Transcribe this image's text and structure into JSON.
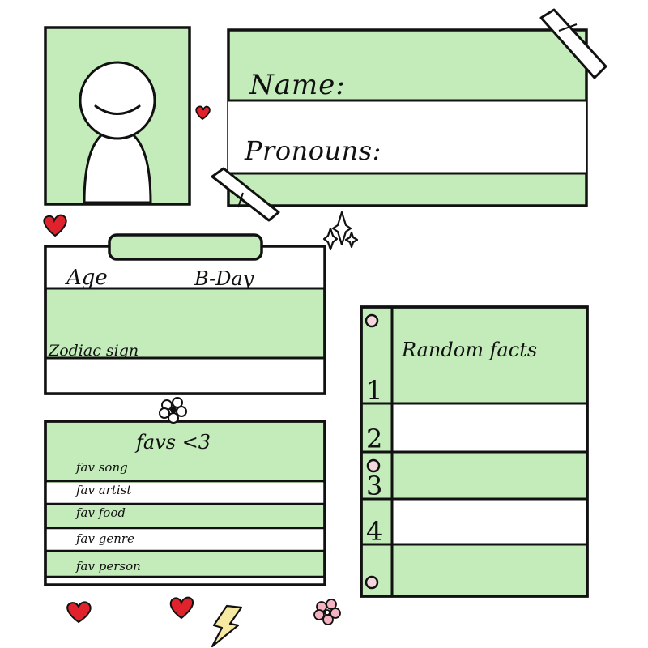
{
  "colors": {
    "panel_green": "#c4ecba",
    "outline": "#111111",
    "paper": "#ffffff",
    "heart_red": "#e0222c",
    "flower_pink": "#f3b3c2",
    "bolt_yellow": "#f6eaa2",
    "hole_pink": "#f4d6dc"
  },
  "profile": {
    "name_label": "Name:",
    "pronouns_label": "Pronouns:"
  },
  "info": {
    "age_label": "Age",
    "bday_label": "B-Day",
    "zodiac_label": "Zodiac sign"
  },
  "favs": {
    "title": "favs <3",
    "items": [
      {
        "label": "fav song"
      },
      {
        "label": "fav artist"
      },
      {
        "label": "fav food"
      },
      {
        "label": "fav genre"
      },
      {
        "label": "fav person"
      }
    ]
  },
  "facts": {
    "title": "Random facts",
    "numbers": [
      "1",
      "2",
      "3",
      "4"
    ]
  },
  "decorations": {
    "icons": [
      "heart-icon",
      "sparkle-icon",
      "flower-icon",
      "lightning-bolt-icon",
      "tape-strip",
      "binder-hole"
    ]
  }
}
